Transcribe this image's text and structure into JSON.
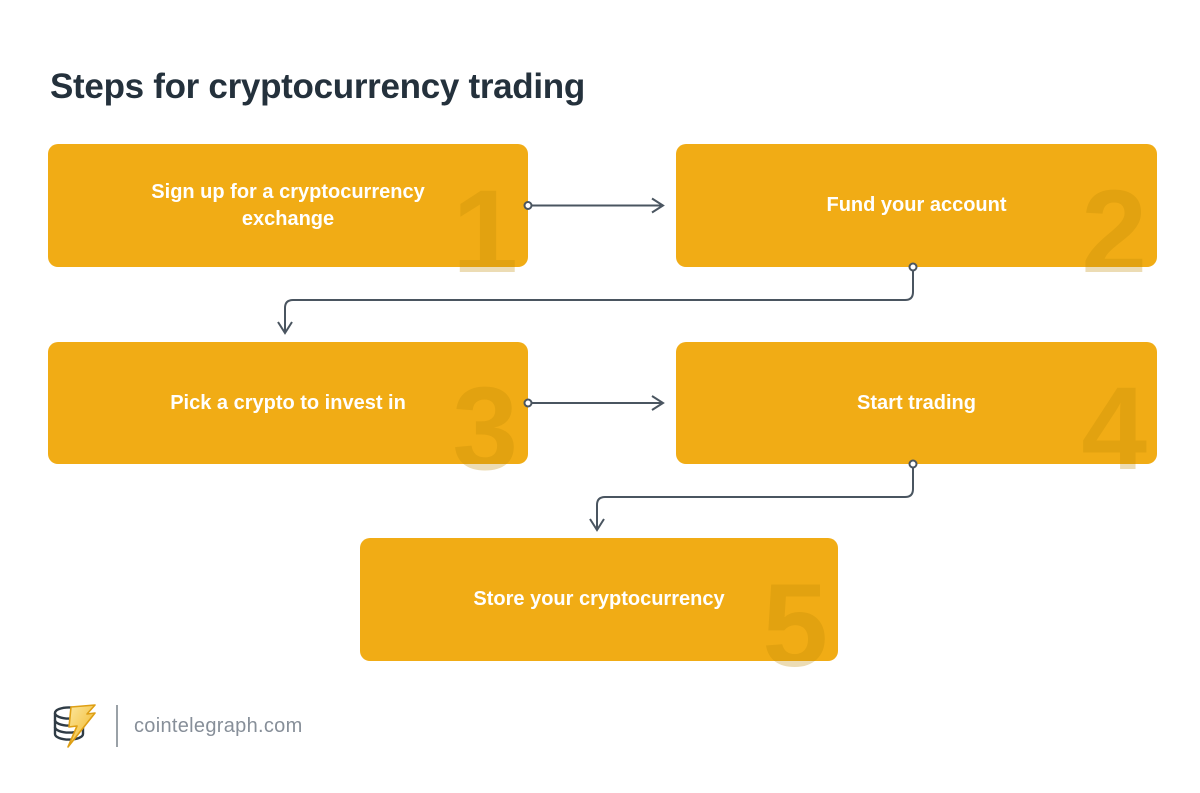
{
  "page": {
    "title": "Steps for cryptocurrency trading",
    "background_color": "#ffffff"
  },
  "colors": {
    "card_fill": "#F1AC15",
    "card_text": "#ffffff",
    "watermark_digit": "rgba(191,138,6,0.30)",
    "connector": "#4A5560",
    "title_text": "#24313C",
    "footer_text": "#878F99",
    "logo_outline": "#2F3B45",
    "logo_bolt": "#F5C33B"
  },
  "steps": [
    {
      "number": "1",
      "label": "Sign up for a cryptocurrency exchange"
    },
    {
      "number": "2",
      "label": "Fund your account"
    },
    {
      "number": "3",
      "label": "Pick a crypto to invest in"
    },
    {
      "number": "4",
      "label": "Start trading"
    },
    {
      "number": "5",
      "label": "Store your cryptocurrency"
    }
  ],
  "connectors": [
    {
      "from": "1",
      "to": "2",
      "shape": "straight-right"
    },
    {
      "from": "2",
      "to": "3",
      "shape": "down-left-down"
    },
    {
      "from": "3",
      "to": "4",
      "shape": "straight-right"
    },
    {
      "from": "4",
      "to": "5",
      "shape": "down-left-down"
    }
  ],
  "footer": {
    "site": "cointelegraph.com",
    "logo": "cointelegraph-logo"
  }
}
